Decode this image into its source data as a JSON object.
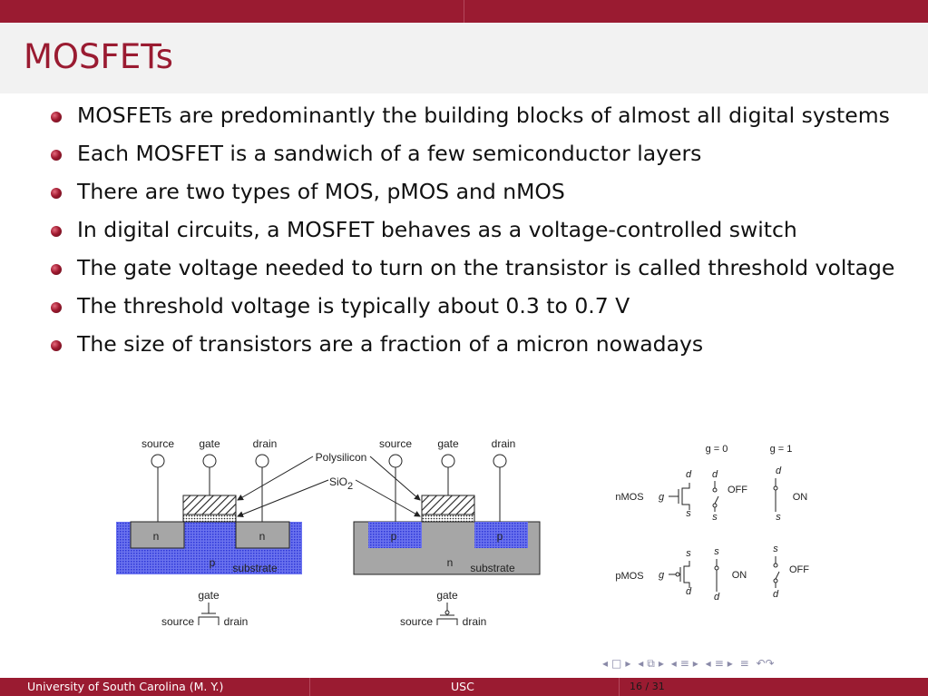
{
  "slide": {
    "title": "MOSFETs",
    "bullets": [
      "MOSFETs are predominantly the building blocks of almost all digital systems",
      "Each MOSFET is a sandwich of a few semiconductor layers",
      "There are two types of MOS, pMOS and nMOS",
      "In digital circuits, a MOSFET behaves as a voltage-controlled switch",
      "The gate voltage needed to turn on the transistor is called threshold voltage",
      "The threshold voltage is typically about 0.3 to 0.7 V",
      "The size of transistors are a fraction of a micron nowadays"
    ]
  },
  "figure": {
    "labels": {
      "source": "source",
      "gate": "gate",
      "drain": "drain",
      "polysilicon": "Polysilicon",
      "sio2_main": "SiO",
      "sio2_sub": "2",
      "n": "n",
      "p": "p",
      "substrate": "substrate"
    },
    "switch_table": {
      "g0": "g = 0",
      "g1": "g = 1",
      "nmos": "nMOS",
      "pmos": "pMOS",
      "g": "g",
      "d": "d",
      "s": "s",
      "off": "OFF",
      "on": "ON"
    },
    "colors": {
      "blue": "#4a55e6",
      "gray": "#a6a6a6",
      "dark": "#222222"
    }
  },
  "footer": {
    "left": "University of South Carolina  (M. Y.)",
    "center": "USC",
    "page": "16 / 31"
  },
  "nav": {
    "symbols": [
      "◂",
      "□",
      "▸",
      "◂",
      "⧉",
      "▸",
      "◂",
      "≡",
      "▸",
      "◂",
      "≡",
      "▸",
      "≡",
      "↶↷"
    ]
  },
  "theme": {
    "accent": "#9a1b31"
  }
}
